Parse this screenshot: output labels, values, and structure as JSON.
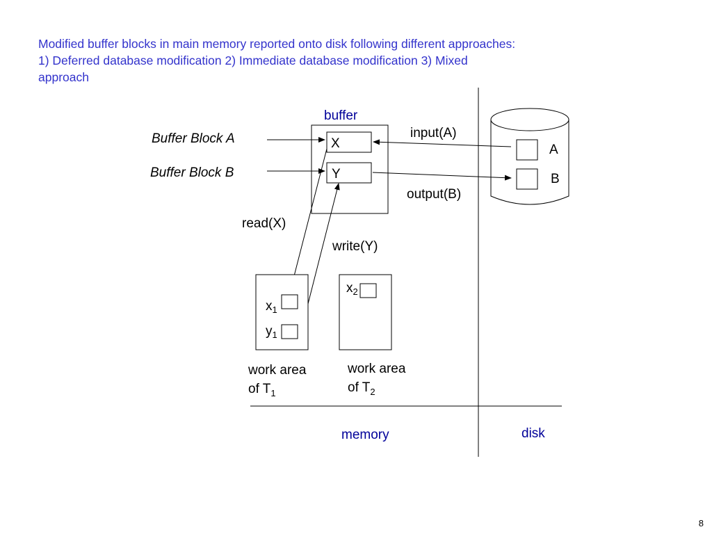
{
  "title": {
    "line1": "Modified buffer blocks in main memory reported onto disk following different approaches:",
    "line2": "1) Deferred database modification 2) Immediate database modification 3) Mixed",
    "line3": "approach"
  },
  "diagram": {
    "buffer_label": "buffer",
    "buffer_block_a": "Buffer Block A",
    "buffer_block_b": "Buffer Block B",
    "block_x": "X",
    "block_y": "Y",
    "input_label": "input(A)",
    "output_label": "output(B)",
    "disk_block_a": "A",
    "disk_block_b": "B",
    "read_label": "read(X)",
    "write_label": "write(Y)",
    "t1_x_base": "x",
    "t1_x_sub": "1",
    "t1_y_base": "y",
    "t1_y_sub": "1",
    "t2_x_base": "x",
    "t2_x_sub": "2",
    "wa1_line1": "work area",
    "wa1_line2_base": "of T",
    "wa1_line2_sub": "1",
    "wa2_line1": "work area",
    "wa2_line2_base": "of T",
    "wa2_line2_sub": "2",
    "memory_label": "memory",
    "disk_label": "disk"
  },
  "page_number": "8",
  "colors": {
    "title": "#3333cc",
    "region_labels": "#000099",
    "lines": "#000000"
  }
}
